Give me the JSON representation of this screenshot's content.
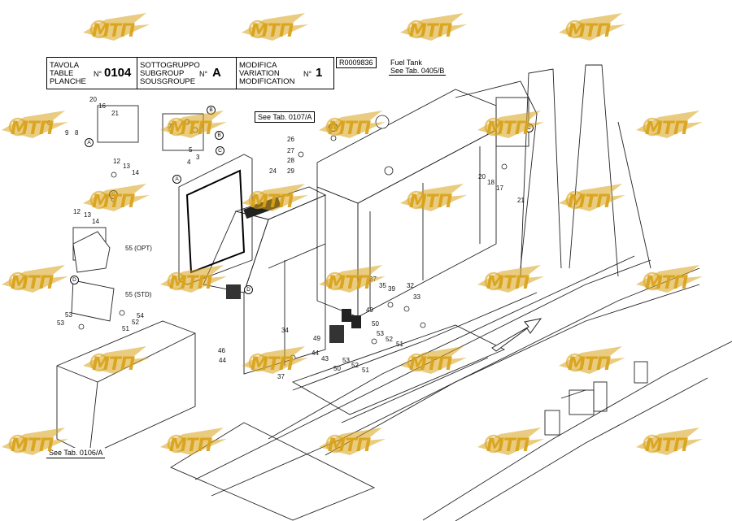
{
  "header": {
    "table_lines": [
      "TAVOLA",
      "TABLE",
      "PLANCHE"
    ],
    "table_no_label": "N°",
    "table_no": "0104",
    "subgroup_lines": [
      "SOTTOGRUPPO",
      "SUBGROUP",
      "SOUSGROUPE"
    ],
    "subgroup_no_label": "N°",
    "subgroup_no": "A",
    "modification_lines": [
      "MODIFICA",
      "VARIATION",
      "MODIFICATION"
    ],
    "modification_no_label": "N°",
    "modification_no": "1",
    "drawing_code": "R0009836"
  },
  "references": {
    "fuel_tank_line1": "Fuel Tank",
    "fuel_tank_line2": "See Tab. 0405/B",
    "tab_0107": "See Tab. 0107/A",
    "tab_0106": "See Tab. 0106/A"
  },
  "watermark": {
    "text": "МТП",
    "color": "#d9a31a"
  },
  "part_numbers": [
    "20",
    "16",
    "21",
    "6",
    "9",
    "8",
    "A",
    "B",
    "7",
    "B",
    "5",
    "3",
    "4",
    "C",
    "12",
    "13",
    "14",
    "A",
    "C",
    "12",
    "13",
    "14",
    "55 (OPT)",
    "D",
    "55 (STD)",
    "53",
    "54",
    "52",
    "51",
    "53",
    "26",
    "27",
    "28",
    "29",
    "24",
    "D",
    "C",
    "20",
    "18",
    "17",
    "21",
    "37",
    "35",
    "39",
    "32",
    "33",
    "49",
    "50",
    "53",
    "52",
    "51",
    "34",
    "49",
    "46",
    "44",
    "44",
    "43",
    "37",
    "53",
    "52",
    "51",
    "50",
    "D"
  ]
}
